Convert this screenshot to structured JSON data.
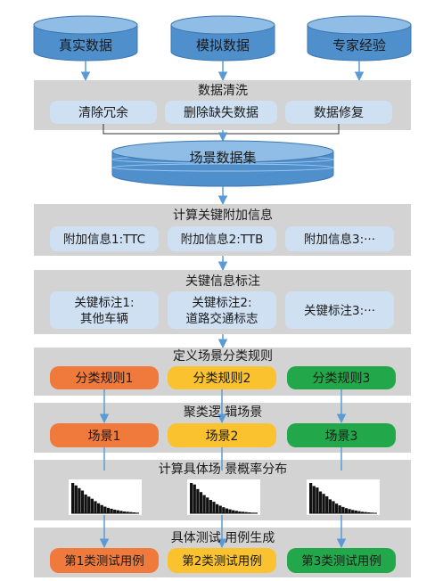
{
  "sources": [
    "真实数据",
    "模拟数据",
    "专家经验"
  ],
  "cleaning": {
    "title": "数据清洗",
    "items": [
      "清除冗余",
      "删除缺失数据",
      "数据修复"
    ]
  },
  "dataset": "场景数据集",
  "extra_info": {
    "title": "计算关键附加信息",
    "items": [
      "附加信息1:TTC",
      "附加信息2:TTB",
      "附加信息3:···"
    ]
  },
  "key_annotation": {
    "title": "关键信息标注",
    "items": [
      {
        "line1": "关键标注1:",
        "line2": "其他车辆"
      },
      {
        "line1": "关键标注2:",
        "line2": "道路交通标志"
      },
      {
        "line1": "关键标注3:···",
        "line2": ""
      }
    ]
  },
  "classify_rules": {
    "title": "定义场景分类规则",
    "items": [
      "分类规则1",
      "分类规则2",
      "分类规则3"
    ]
  },
  "clustering": {
    "title": "聚类逻 辑场景",
    "items": [
      "场景1",
      "场景2",
      "场景3"
    ]
  },
  "probability": {
    "title": "计算具体场 景概率分布"
  },
  "testcase": {
    "title": "具体测试 用例生成",
    "items": [
      "第1类测试用例",
      "第2类测试用例",
      "第3类测试用例"
    ]
  },
  "colors": {
    "band": "#d3d3d3",
    "item_box": "#cfe0f2",
    "cylinder": "#5b9bd5",
    "arrow": "#5b9bd5",
    "orange": "#f07a3c",
    "yellow": "#f9c22e",
    "green": "#22a84a"
  },
  "histograms": [
    [
      1.0,
      0.92,
      0.83,
      0.75,
      0.62,
      0.55,
      0.48,
      0.4,
      0.33,
      0.27,
      0.22,
      0.18,
      0.15,
      0.12,
      0.1,
      0.08,
      0.06,
      0.05,
      0.04,
      0.03,
      0.02
    ],
    [
      1.0,
      0.95,
      0.8,
      0.7,
      0.6,
      0.52,
      0.44,
      0.38,
      0.3,
      0.25,
      0.2,
      0.16,
      0.13,
      0.1,
      0.08,
      0.06,
      0.05,
      0.04,
      0.03,
      0.02,
      0.02
    ],
    [
      1.0,
      0.9,
      0.85,
      0.72,
      0.64,
      0.56,
      0.46,
      0.4,
      0.32,
      0.26,
      0.21,
      0.17,
      0.14,
      0.11,
      0.09,
      0.07,
      0.05,
      0.04,
      0.03,
      0.02,
      0.01
    ]
  ]
}
